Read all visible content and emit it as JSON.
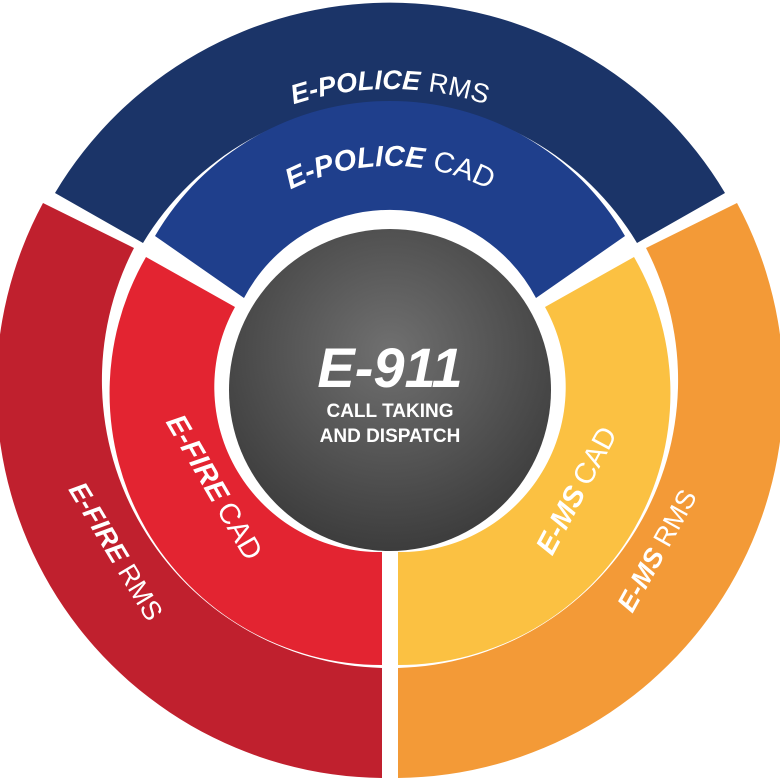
{
  "center": {
    "brand": "E-911",
    "line1": "CALL TAKING",
    "line2": "AND DISPATCH",
    "color": "#555555"
  },
  "outer_ring": [
    {
      "id": "police-rms",
      "brand": "E-POLICE",
      "suffix": "RMS",
      "color": "#1b3468"
    },
    {
      "id": "ms-rms",
      "brand": "E-MS",
      "suffix": "RMS",
      "color": "#f39a37"
    },
    {
      "id": "fire-rms",
      "brand": "E-FIRE",
      "suffix": "RMS",
      "color": "#c0202e"
    }
  ],
  "inner_ring": [
    {
      "id": "police-cad",
      "brand": "E-POLICE",
      "suffix": "CAD",
      "color": "#1f3f8c"
    },
    {
      "id": "ms-cad",
      "brand": "E-MS",
      "suffix": "CAD",
      "color": "#fbc142"
    },
    {
      "id": "fire-cad",
      "brand": "E-FIRE",
      "suffix": "CAD",
      "color": "#e32431"
    }
  ]
}
